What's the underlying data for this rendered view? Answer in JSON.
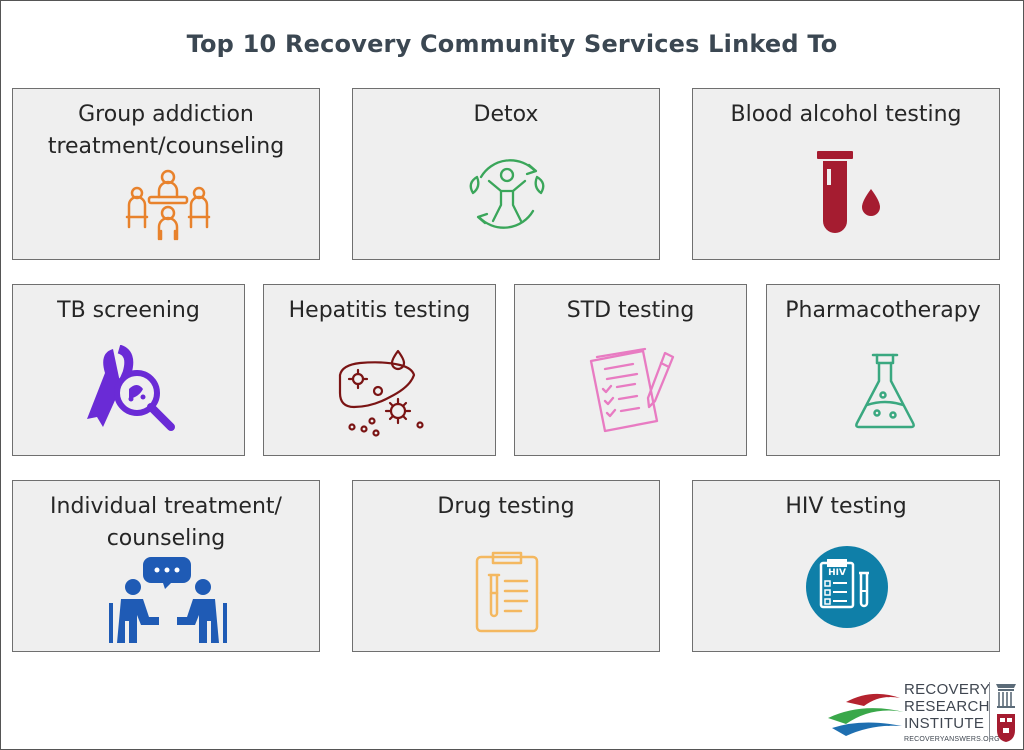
{
  "title": "Top 10 Recovery Community Services Linked To",
  "services": [
    {
      "label": "Group addiction\ntreatment/counseling",
      "icon": "group-meeting-icon",
      "color": "#e8822c"
    },
    {
      "label": "Detox",
      "icon": "detox-person-icon",
      "color": "#3aa65a"
    },
    {
      "label": "Blood alcohol testing",
      "icon": "blood-test-tube-icon",
      "color": "#a51c30"
    },
    {
      "label": "TB screening",
      "icon": "ribbon-magnifier-icon",
      "color": "#6a2bd6"
    },
    {
      "label": "Hepatitis testing",
      "icon": "liver-virus-icon",
      "color": "#7a1414"
    },
    {
      "label": "STD testing",
      "icon": "clipboard-pen-icon",
      "color": "#e87bc2"
    },
    {
      "label": "Pharmacotherapy",
      "icon": "flask-icon",
      "color": "#3aa880"
    },
    {
      "label": "Individual treatment/\ncounseling",
      "icon": "two-people-talking-icon",
      "color": "#1f5bb5"
    },
    {
      "label": "Drug testing",
      "icon": "clipboard-test-tube-icon",
      "color": "#f4b860"
    },
    {
      "label": "HIV testing",
      "icon": "hiv-clipboard-icon",
      "color": "#0f7fa8"
    }
  ],
  "logo": {
    "line1": "RECOVERY",
    "line2": "RESEARCH",
    "line3": "INSTITUTE",
    "url": "RECOVERYANSWERS.ORG",
    "colors": {
      "red": "#b5232f",
      "green": "#3aa84a",
      "blue": "#1e6fb0"
    }
  }
}
